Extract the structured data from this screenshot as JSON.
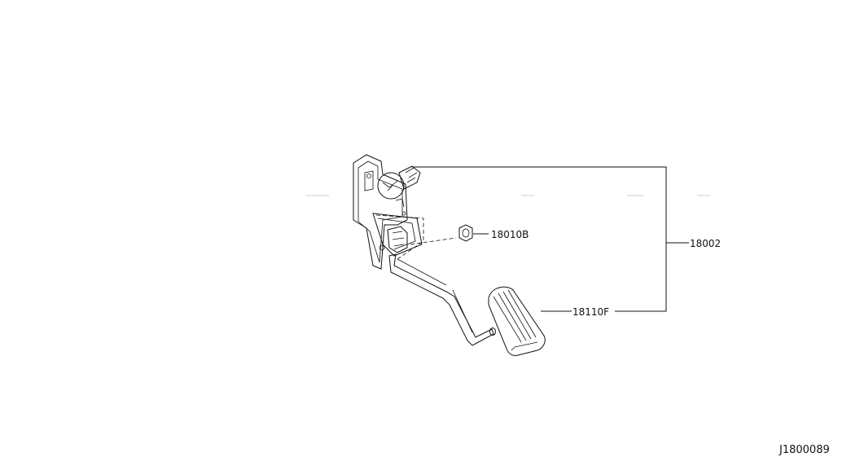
{
  "callouts": {
    "nut": "18010B",
    "assembly": "18002",
    "pad": "18110F"
  },
  "diagram_id": "J1800089"
}
